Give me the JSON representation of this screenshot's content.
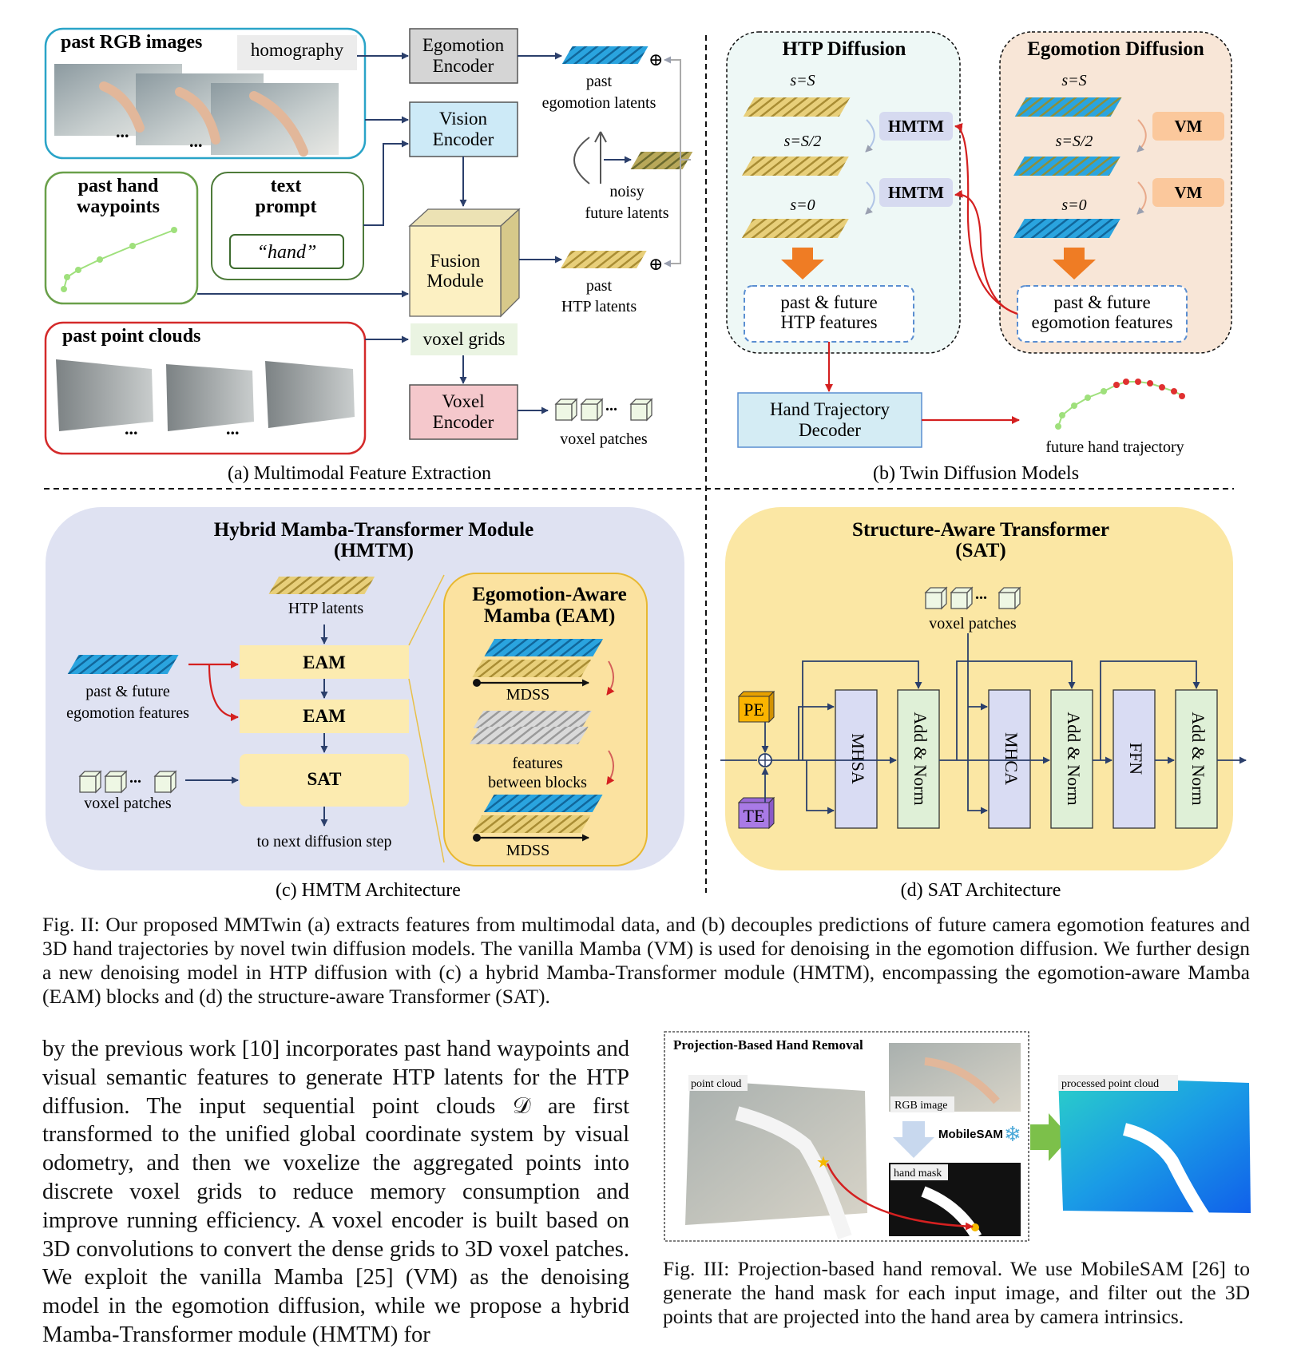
{
  "fig2": {
    "panel_a": {
      "past_rgb_images": "past RGB images",
      "homography": "homography",
      "egomotion_encoder": [
        "Egomotion",
        "Encoder"
      ],
      "vision_encoder": [
        "Vision",
        "Encoder"
      ],
      "past_hand_waypoints": [
        "past hand",
        "waypoints"
      ],
      "text_prompt": [
        "text",
        "prompt"
      ],
      "hand_prompt": "“hand”",
      "fusion_module": [
        "Fusion",
        "Module"
      ],
      "past_point_clouds": "past point clouds",
      "voxel_grids": "voxel grids",
      "voxel_encoder": [
        "Voxel",
        "Encoder"
      ],
      "past_egomotion_latents": [
        "past",
        "egomotion latents"
      ],
      "noisy_future_latents": [
        "noisy",
        "future latents"
      ],
      "past_htp_latents": [
        "past",
        "HTP latents"
      ],
      "voxel_patches": "voxel patches",
      "ellipsis": "...",
      "oplus": "⊕",
      "caption": "(a) Multimodal Feature Extraction"
    },
    "panel_b": {
      "htp_diffusion": "HTP Diffusion",
      "egomotion_diffusion": "Egomotion Diffusion",
      "s_S": "s=S",
      "s_S2": "s=S/2",
      "s_0": "s=0",
      "hmtm": "HMTM",
      "vm": "VM",
      "htp_features": [
        "past & future",
        "HTP features"
      ],
      "egomotion_features": [
        "past & future",
        "egomotion features"
      ],
      "decoder": [
        "Hand Trajectory",
        "Decoder"
      ],
      "future_hand_trajectory": "future hand trajectory",
      "caption": "(b) Twin Diffusion Models"
    },
    "panel_c": {
      "title": [
        "Hybrid Mamba-Transformer Module",
        "(HMTM)"
      ],
      "htp_latents": "HTP latents",
      "eam": "EAM",
      "sat": "SAT",
      "egomotion_features": [
        "past & future",
        "egomotion features"
      ],
      "voxel_patches": "voxel patches",
      "next_step": "to next diffusion step",
      "eam_title": [
        "Egomotion-Aware",
        "Mamba (EAM)"
      ],
      "mdss": "MDSS",
      "features_between": [
        "features",
        "between blocks"
      ],
      "caption": "(c) HMTM Architecture"
    },
    "panel_d": {
      "title": [
        "Structure-Aware Transformer",
        "(SAT)"
      ],
      "voxel_patches": "voxel patches",
      "pe": "PE",
      "te": "TE",
      "mhsa": "MHSA",
      "add_norm": "Add & Norm",
      "mhca": "MHCA",
      "ffn": "FFN",
      "caption": "(d) SAT Architecture"
    },
    "caption": "Fig. II: Our proposed MMTwin (a) extracts features from multimodal data, and (b) decouples predictions of future camera egomotion features and 3D hand trajectories by novel twin diffusion models. The vanilla Mamba (VM) is used for denoising in the egomotion diffusion. We further design a new denoising model in HTP diffusion with (c) a hybrid Mamba-Transformer module (HMTM), encompassing the egomotion-aware Mamba (EAM) blocks and (d) the structure-aware Transformer (SAT)."
  },
  "body_text": "by the previous work [10] incorporates past hand waypoints and visual semantic features to generate HTP latents for the HTP diffusion. The input sequential point clouds 𝒟 are first transformed to the unified global coordinate system by visual odometry, and then we voxelize the aggregated points into discrete voxel grids to reduce memory consumption and improve running efficiency. A voxel encoder is built based on 3D convolutions to convert the dense grids to 3D voxel patches. We exploit the vanilla Mamba [25] (VM) as the denoising model in the egomotion diffusion, while we propose a hybrid Mamba-Transformer module (HMTM) for",
  "fig3": {
    "title": "Projection-Based Hand Removal",
    "point_cloud": "point cloud",
    "rgb_image": "RGB image",
    "mobilesam": "MobileSAM",
    "hand_mask": "hand mask",
    "processed_point_cloud": "processed point cloud",
    "caption": "Fig. III: Projection-based hand removal. We use MobileSAM [26] to generate the hand mask for each input image, and filter out the 3D points that are projected into the hand area by camera intrinsics."
  }
}
